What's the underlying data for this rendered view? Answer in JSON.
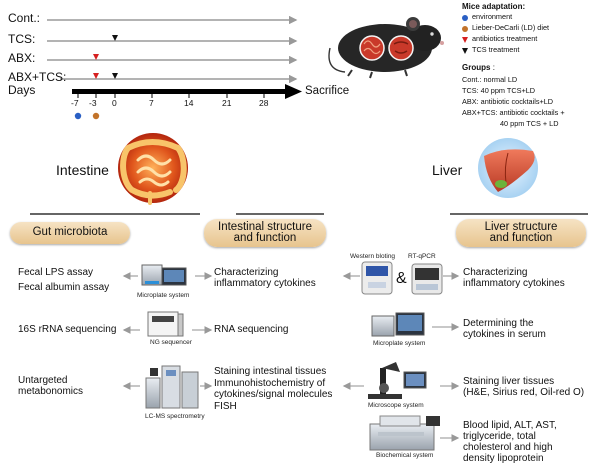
{
  "timeline": {
    "groups": [
      "Cont.:",
      "TCS:",
      "ABX:",
      "ABX+TCS:"
    ],
    "days_label": "Days",
    "end_label": "Sacrifice",
    "ticks": [
      "-7",
      "-3",
      "0",
      "7",
      "14",
      "21",
      "28"
    ]
  },
  "legend": {
    "title": "Mice adaptation:",
    "items": [
      {
        "label": "environment",
        "color": "#2a5fc4",
        "shape": "dot"
      },
      {
        "label": "Lieber-DeCarli (LD) diet",
        "color": "#c2732a",
        "shape": "dot"
      },
      {
        "label": "antibiotics treatment",
        "color": "#d62020",
        "shape": "triangle"
      },
      {
        "label": "TCS treatment",
        "color": "#111111",
        "shape": "triangle"
      }
    ]
  },
  "groups_legend": {
    "title": "Groups",
    "colon": ":",
    "lines": [
      "Cont.: normal LD",
      "TCS: 40 ppm TCS+LD",
      "ABX: antibiotic cocktails+LD",
      "ABX+TCS: antibiotic cocktails +",
      "40 ppm TCS + LD"
    ]
  },
  "organs": {
    "intestine": "Intestine",
    "liver": "Liver"
  },
  "headers": {
    "gut": "Gut microbiota",
    "intestinal_1": "Intestinal structure",
    "intestinal_2": "and function",
    "liver_1": "Liver structure",
    "liver_2": "and function"
  },
  "gut_items": {
    "lps": "Fecal LPS assay",
    "albumin": "Fecal albumin assay",
    "rrna": "16S rRNA sequencing",
    "meta_1": "Untargeted",
    "meta_2": "metabonomics"
  },
  "intestinal_items": {
    "cyto_1": "Characterizing",
    "cyto_2": "inflammatory cytokines",
    "rna": "RNA sequencing",
    "stain_1": "Staining intestinal tissues",
    "stain_2": "Immunohistochemistry of",
    "stain_3": "cytokines/signal molecules",
    "stain_4": "FISH"
  },
  "liver_items": {
    "cyto_1": "Characterizing",
    "cyto_2": "inflammatory cytokines",
    "serum_1": "Determining the",
    "serum_2": "cytokines in serum",
    "stain_1": "Staining liver tissues",
    "stain_2": "(H&E, Sirius red, Oil-red O)",
    "blood_1": "Blood lipid, ALT, AST,",
    "blood_2": "triglyceride, total",
    "blood_3": "cholesterol and high",
    "blood_4": "density lipoprotein"
  },
  "instruments": {
    "microplate_left": "Microplate system",
    "ng": "NG sequencer",
    "lcms": "LC-MS spectrometry",
    "western": "Western bloting",
    "rtqpcr": "RT-qPCR",
    "amp": "&",
    "microplate_right": "Microplate system",
    "microscope": "Microscope system",
    "biochem": "Biochemical system"
  }
}
